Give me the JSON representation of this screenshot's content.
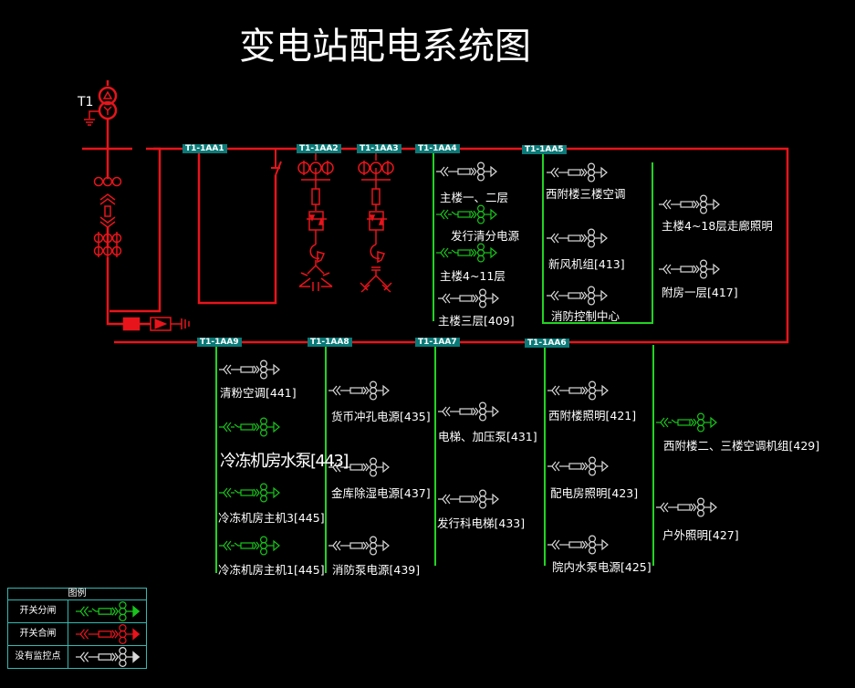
{
  "title": "变电站配电系统图",
  "transformer": {
    "label": "T1"
  },
  "colors": {
    "closed": "#e8141b",
    "open": "#19c41c",
    "unmonitored": "#d8d8d8",
    "feeder_line": "#22d322",
    "busbar": "#e8141b",
    "tag_bg": "#0a7a78",
    "legend_border": "#35b8b0"
  },
  "cabinets_top": [
    "T1-1AA1",
    "T1-1AA2",
    "T1-1AA3",
    "T1-1AA4",
    "T1-1AA5"
  ],
  "cabinets_bottom": [
    "T1-1AA9",
    "T1-1AA8",
    "T1-1AA7",
    "T1-1AA6"
  ],
  "feeders": {
    "aa4": [
      {
        "label": "主楼一、二层",
        "state": "unmonitored"
      },
      {
        "label": "发行清分电源",
        "state": "open"
      },
      {
        "label": "主楼4~11层",
        "state": "open"
      },
      {
        "label": "主楼三层[409]",
        "state": "unmonitored"
      }
    ],
    "aa5_left": [
      {
        "label": "西附楼三楼空调",
        "state": "unmonitored"
      },
      {
        "label": "新风机组[413]",
        "state": "unmonitored"
      },
      {
        "label": "消防控制中心",
        "state": "unmonitored"
      }
    ],
    "aa5_right": [
      {
        "label": "主楼4~18层走廊照明",
        "state": "unmonitored"
      },
      {
        "label": "附房一层[417]",
        "state": "unmonitored"
      }
    ],
    "aa9": [
      {
        "label": "清粉空调[441]",
        "state": "unmonitored"
      },
      {
        "label": "冷冻机房水泵[443]",
        "state": "open"
      },
      {
        "label": "冷冻机房主机3[445]",
        "state": "open"
      },
      {
        "label": "冷冻机房主机1[445]",
        "state": "open"
      }
    ],
    "aa8": [
      {
        "label": "货币冲孔电源[435]",
        "state": "unmonitored"
      },
      {
        "label": "金库除湿电源[437]",
        "state": "unmonitored"
      },
      {
        "label": "消防泵电源[439]",
        "state": "unmonitored"
      }
    ],
    "aa7": [
      {
        "label": "电梯、加压泵[431]",
        "state": "unmonitored"
      },
      {
        "label": "发行科电梯[433]",
        "state": "unmonitored"
      }
    ],
    "aa6_left": [
      {
        "label": "西附楼照明[421]",
        "state": "unmonitored"
      },
      {
        "label": "配电房照明[423]",
        "state": "unmonitored"
      },
      {
        "label": "院内水泵电源[425]",
        "state": "unmonitored"
      }
    ],
    "aa6_right": [
      {
        "label": "西附楼二、三楼空调机组[429]",
        "state": "open"
      },
      {
        "label": "户外照明[427]",
        "state": "unmonitored"
      }
    ]
  },
  "legend": {
    "title": "图例",
    "items": [
      {
        "label": "开关分闸",
        "state": "open"
      },
      {
        "label": "开关合闸",
        "state": "closed"
      },
      {
        "label": "没有监控点",
        "state": "unmonitored"
      }
    ]
  }
}
